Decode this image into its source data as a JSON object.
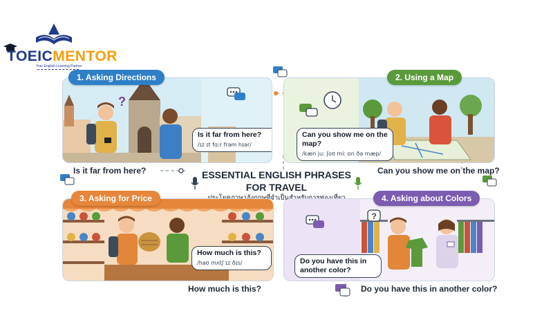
{
  "logo": {
    "part1": "TOEIC",
    "part2": "MENTOR",
    "tagline": "Your English Learning Partner"
  },
  "sections": [
    {
      "label": "1. Asking Directions",
      "bubble": "Is it far from here?",
      "ipa": "/ɪz ɪt fɑːr frəm hɪər/",
      "caption": "Is it far from here?"
    },
    {
      "label": "2. Using a Map",
      "bubble": "Can you show me on the map?",
      "ipa": "/kæn juː ʃoʊ miː ɒn ðə mæp/",
      "caption": "Can you show me on the map?"
    },
    {
      "label": "3. Asking for Price",
      "bubble": "How much is this?",
      "ipa": "/haʊ mʌtʃ ɪz ðɪs/",
      "caption": "How much is this?"
    },
    {
      "label": "4. Asking about Colors",
      "bubble": "Do you have this in another color?",
      "caption": "Do you have this in another color?"
    }
  ],
  "center": {
    "title_line1": "ESSENTIAL ENGLISH PHRASES",
    "title_line2": "FOR TRAVEL",
    "subtitle": "ประโยคภาษาอังกฤษที่จำเป็นสำหรับการท่องเที่ยว"
  },
  "colors": {
    "blue": "#2f7fc7",
    "green": "#5a9a3a",
    "orange": "#e6863a",
    "purple": "#7b5cb0",
    "navy": "#1e3a8a",
    "gold": "#f59e0b"
  }
}
